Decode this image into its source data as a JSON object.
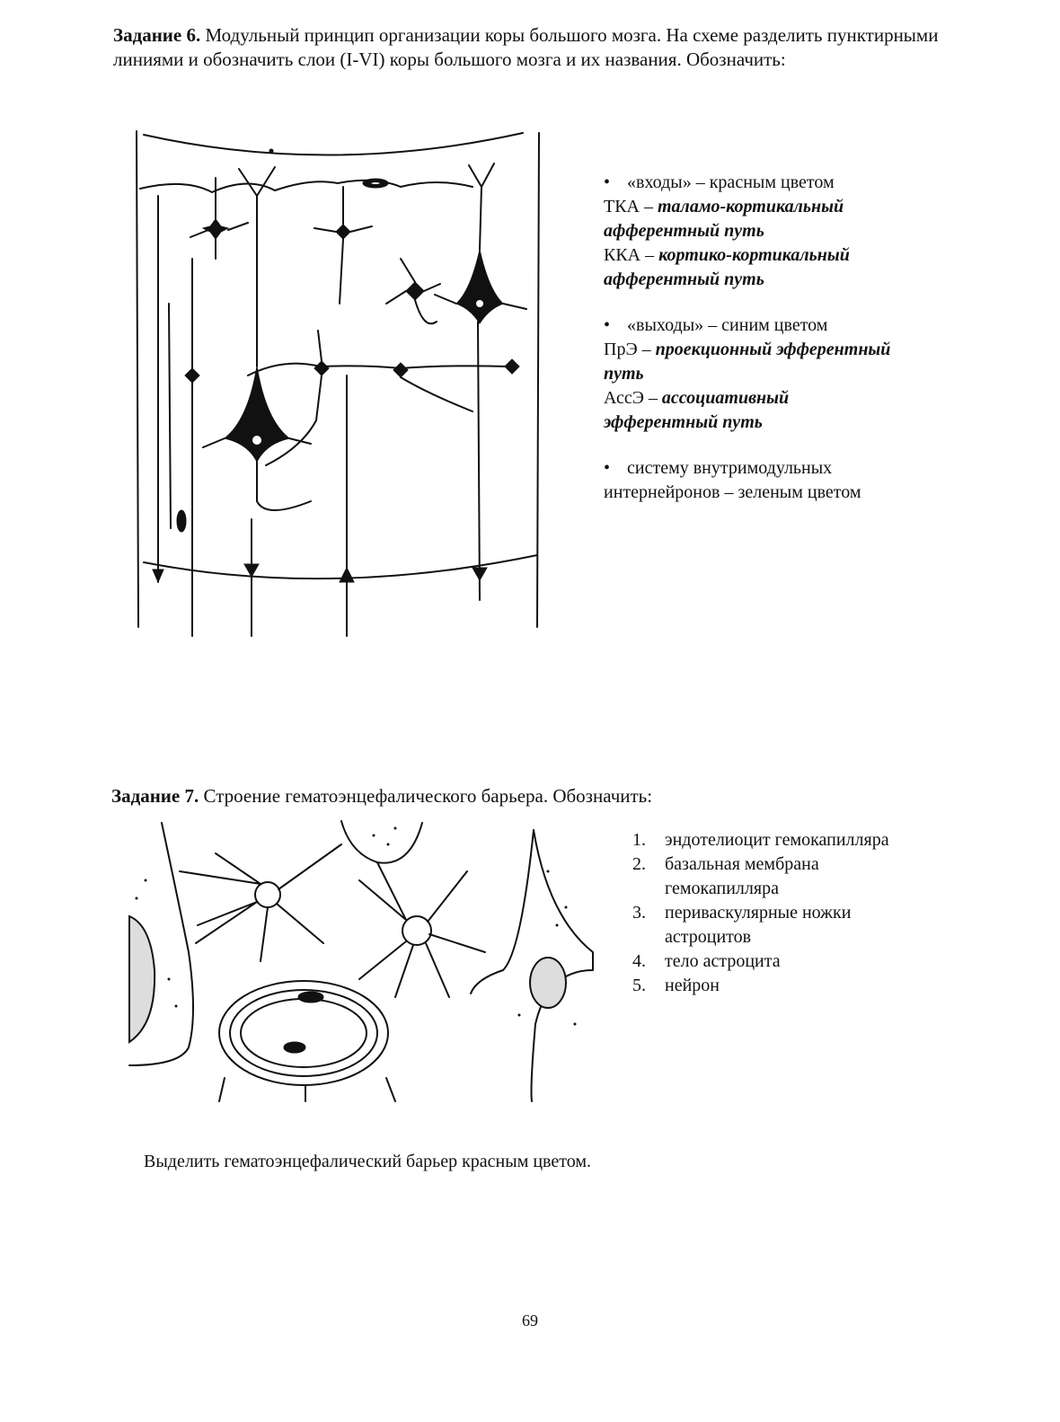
{
  "task6": {
    "label": "Задание 6.",
    "text": " Модульный принцип организации коры большого мозга. На схеме разделить пунктирными линиями и обозначить слои (I-VI) коры большого мозга и их  названия. Обозначить:"
  },
  "legend6": {
    "inputs": {
      "bullet": "•",
      "title": "«входы» – красным цветом",
      "tka_abbr": "ТКА – ",
      "tka_desc_1": "таламо-кортикальный",
      "tka_desc_2": "афферентный путь",
      "kka_abbr": "ККА – ",
      "kka_desc_1": "кортико-кортикальный",
      "kka_desc_2": "афферентный путь"
    },
    "outputs": {
      "bullet": "•",
      "title": "«выходы» – синим цветом",
      "pre_abbr": "ПрЭ – ",
      "pre_desc_1": "проекционный эфферентный",
      "pre_desc_2": "путь",
      "asse_abbr": "АссЭ – ",
      "asse_desc_1": "ассоциативный",
      "asse_desc_2": "эфферентный путь"
    },
    "interneurons": {
      "bullet": "•",
      "line1": "систему внутримодульных",
      "line2": "интернейронов – зеленым цветом"
    }
  },
  "task7": {
    "label": "Задание 7.",
    "text": " Строение гематоэнцефалического барьера. Обозначить:"
  },
  "legend7": {
    "items": [
      {
        "num": "1.",
        "line1": "эндотелиоцит гемокапилляра",
        "line2": ""
      },
      {
        "num": "2.",
        "line1": "базальная мембрана",
        "line2": "гемокапилляра"
      },
      {
        "num": "3.",
        "line1": "периваскулярные ножки",
        "line2": "астроцитов"
      },
      {
        "num": "4.",
        "line1": "тело астроцита",
        "line2": ""
      },
      {
        "num": "5.",
        "line1": "нейрон",
        "line2": ""
      }
    ]
  },
  "instruction": "Выделить  гематоэнцефалический барьер красным цветом.",
  "page_number": "69",
  "colors": {
    "ink": "#111111",
    "paper": "#ffffff"
  }
}
